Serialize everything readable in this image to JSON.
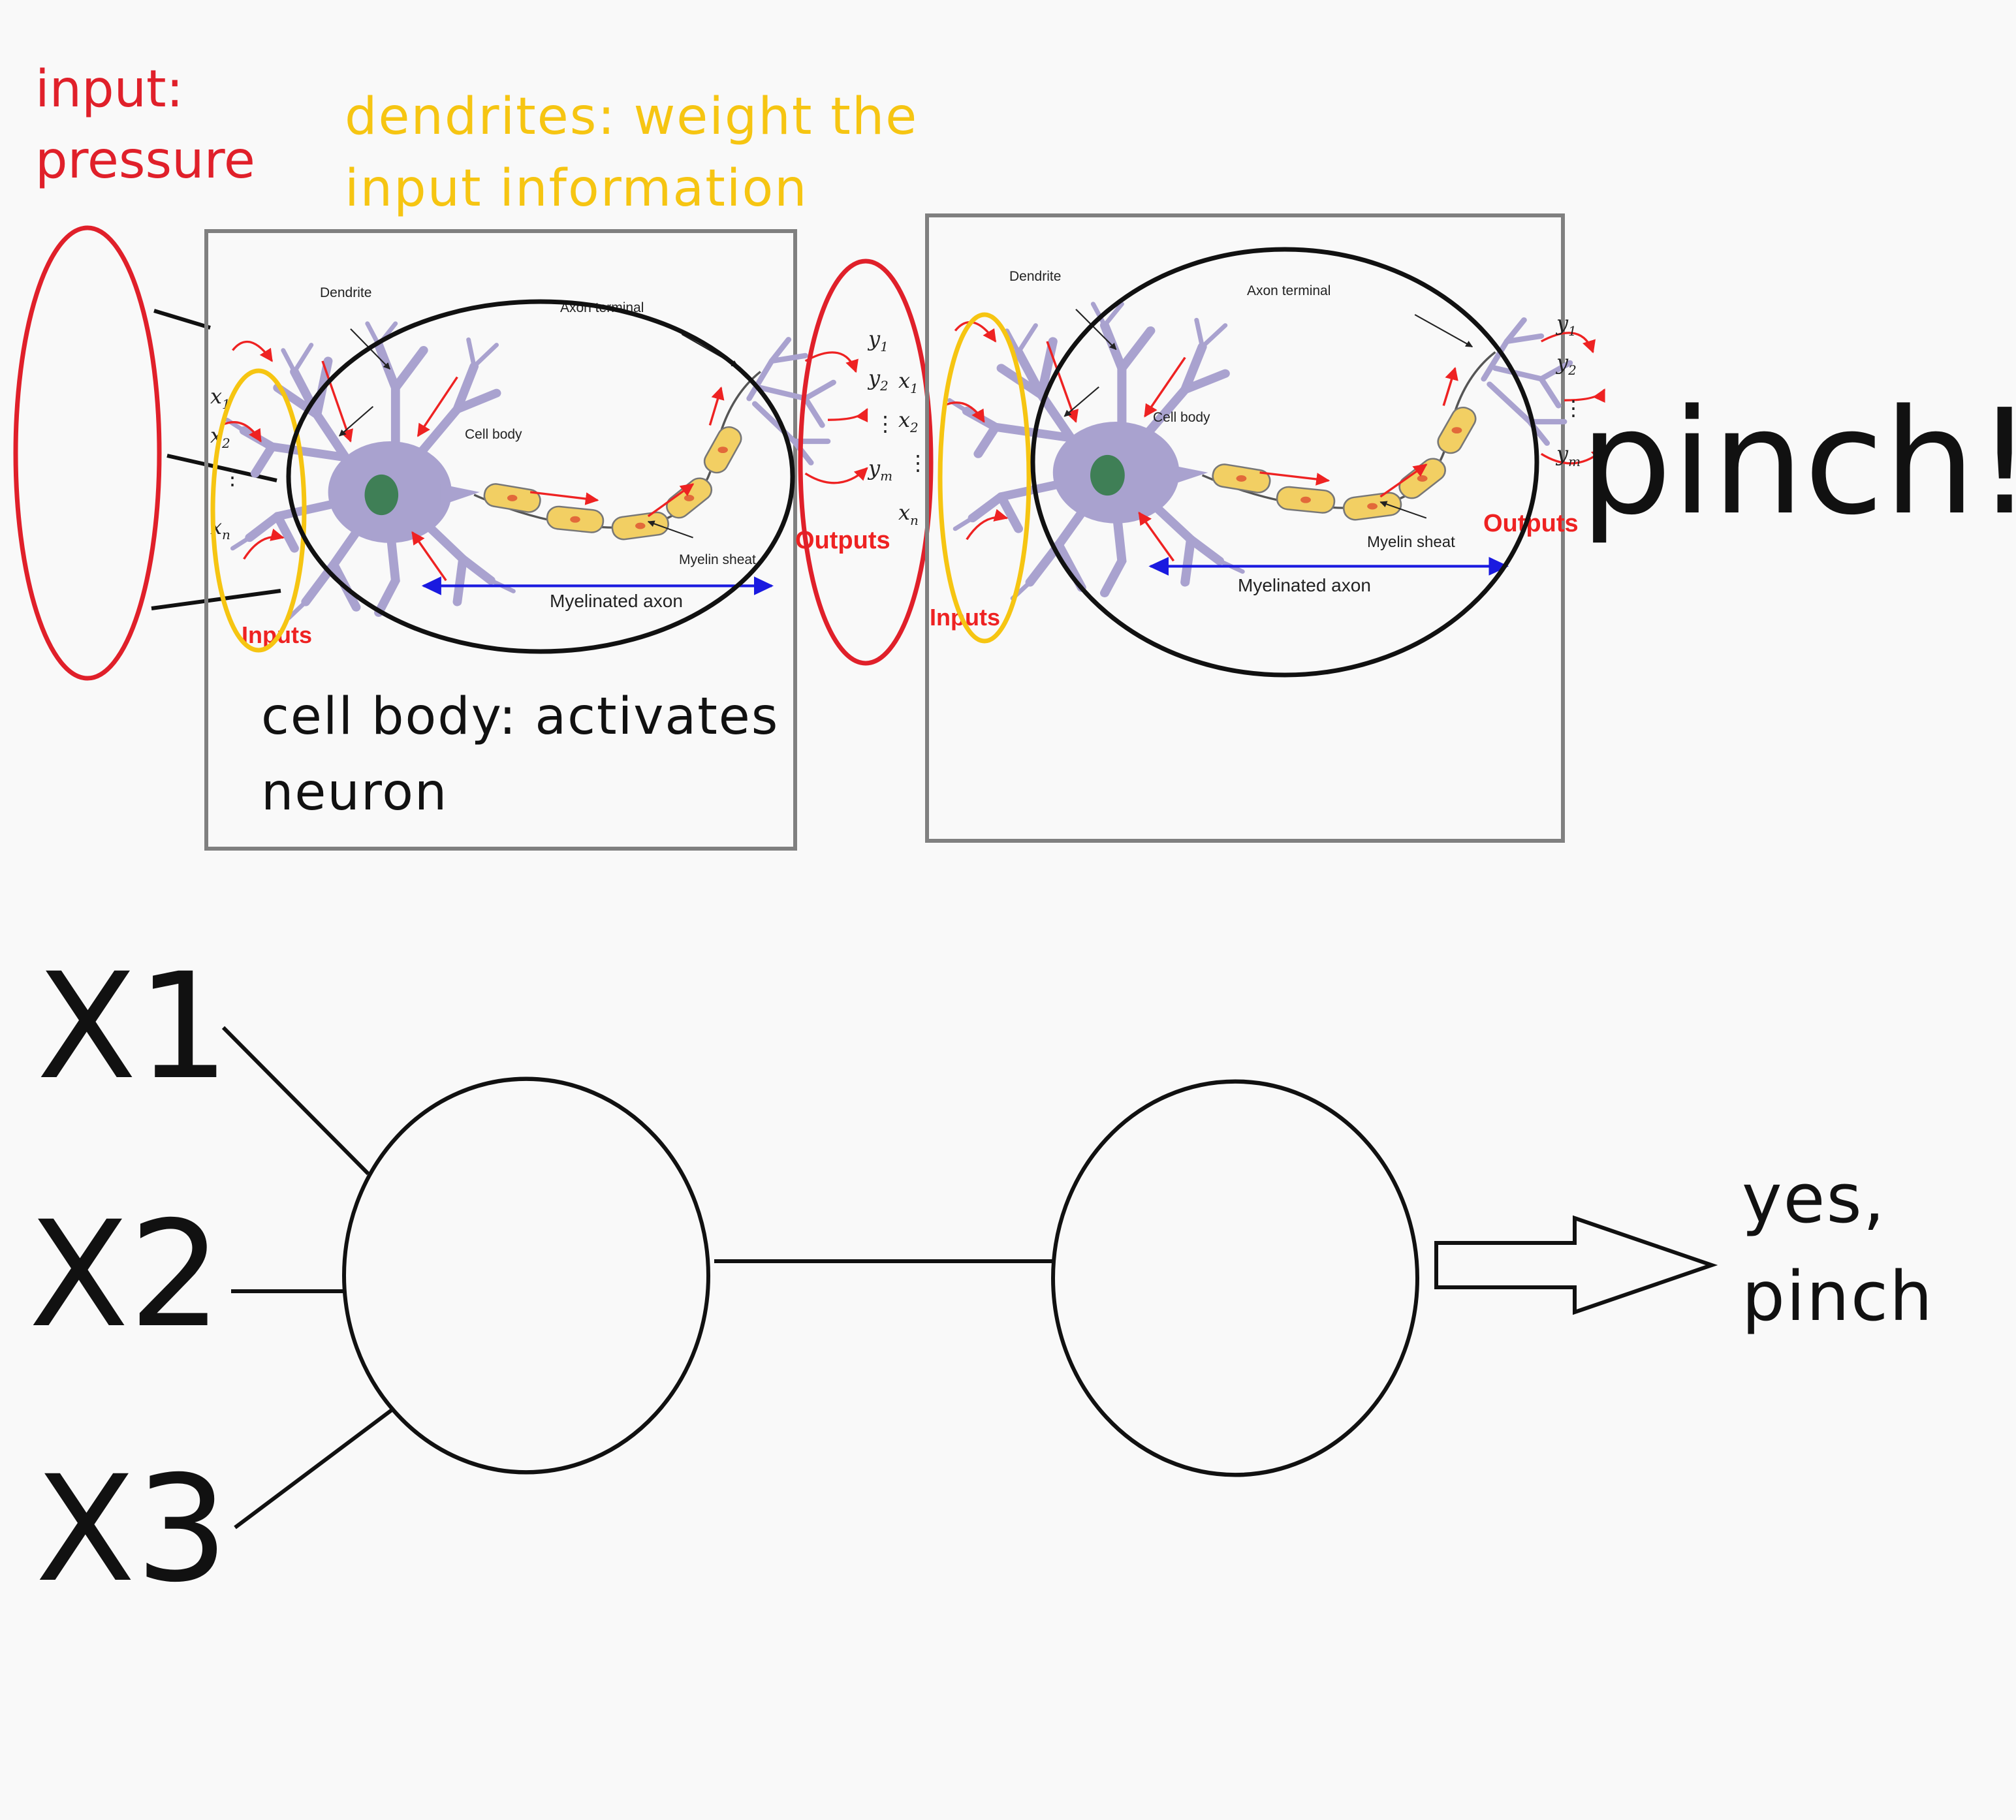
{
  "colors": {
    "background": "#f9f9f9",
    "annotation_red": "#e0202a",
    "annotation_yellow": "#f6c512",
    "ink": "#111111",
    "frame_gray": "#808080",
    "neuron_lavender": "#a9a2cf",
    "myelin_yellow": "#f2cf63",
    "nucleus_green": "#3f7f56",
    "signal_red": "#ee2222",
    "axon_blue": "#1a1ae0"
  },
  "annotations": {
    "input_label": [
      "input:",
      "pressure"
    ],
    "dendrites_label": [
      "dendrites: weight the",
      "input information"
    ],
    "cell_body_label": [
      "cell body: activates",
      "neuron"
    ],
    "result_label": "pinch!"
  },
  "neuron_figure": {
    "dendrite": "Dendrite",
    "axon_terminal": "Axon terminal",
    "cell_body": "Cell body",
    "myelin_sheath": "Myelin sheat",
    "myelinated_axon": "Myelinated axon",
    "inputs": "Inputs",
    "outputs": "Outputs",
    "input_symbols": [
      "x",
      "x",
      "x"
    ],
    "input_subscripts": [
      "1",
      "2",
      "n"
    ],
    "output_symbols": [
      "y",
      "y",
      "y"
    ],
    "output_subscripts": [
      "1",
      "2",
      "m"
    ]
  },
  "network": {
    "inputs": [
      "X1",
      "X2",
      "X3"
    ],
    "output_label": [
      "yes,",
      "pinch"
    ]
  },
  "icons": [
    "arrow-right-icon"
  ]
}
